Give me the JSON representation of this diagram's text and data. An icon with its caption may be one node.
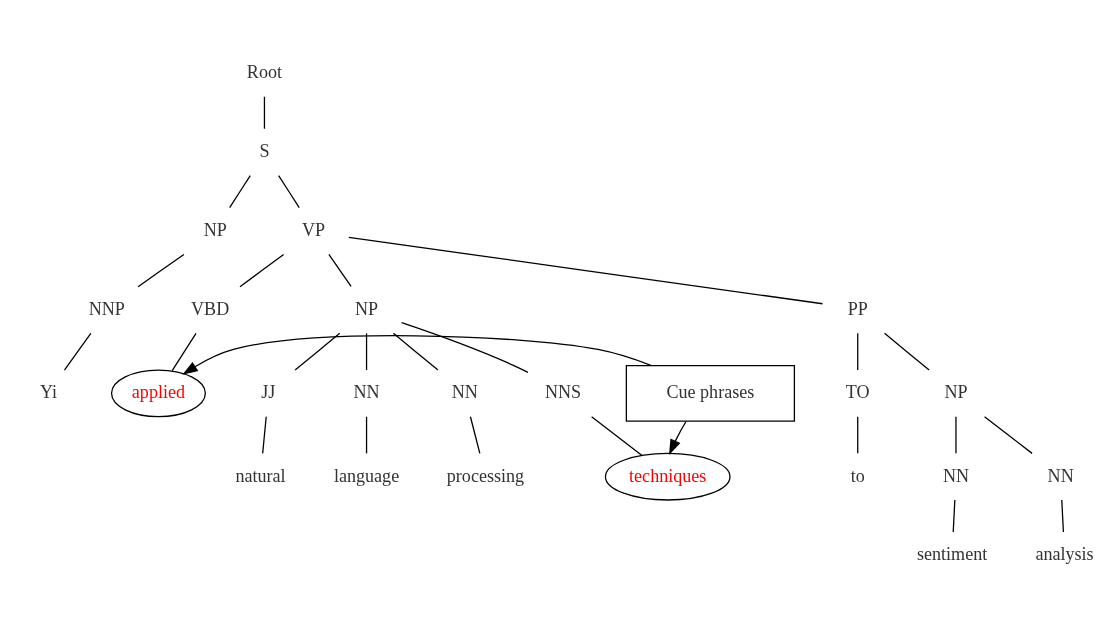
{
  "diagram": {
    "nodes": [
      {
        "text": [
          "Root"
        ]
      },
      {
        "text": [
          "S"
        ]
      },
      {
        "text": [
          "NP"
        ]
      },
      {
        "text": [
          "VP"
        ]
      },
      {
        "text": [
          "NNP"
        ]
      },
      {
        "text": [
          "VBD"
        ]
      },
      {
        "text": [
          "NP"
        ]
      },
      {
        "text": [
          "PP"
        ]
      },
      {
        "text": [
          "Yi"
        ]
      },
      {
        "text": [
          "applied"
        ]
      },
      {
        "text": [
          "JJ"
        ]
      },
      {
        "text": [
          "NN"
        ]
      },
      {
        "text": [
          "NN"
        ]
      },
      {
        "text": [
          "NNS"
        ]
      },
      {
        "text": [
          "TO"
        ]
      },
      {
        "text": [
          "NP"
        ]
      },
      {
        "text": [
          "natural"
        ]
      },
      {
        "text": [
          "language"
        ]
      },
      {
        "text": [
          "processing"
        ]
      },
      {
        "text": [
          "techniques"
        ]
      },
      {
        "text": [
          "to"
        ]
      },
      {
        "text": [
          "NN"
        ]
      },
      {
        "text": [
          "NN"
        ]
      },
      {
        "text": [
          "sentiment"
        ]
      },
      {
        "text": [
          "analysis"
        ]
      },
      {
        "text": [
          "Cue phrases"
        ]
      }
    ],
    "edges": [
      {
        "from": 0,
        "to": 1,
        "arrow": "none"
      },
      {
        "from": 1,
        "to": 2,
        "arrow": "none"
      },
      {
        "from": 1,
        "to": 3,
        "arrow": "none"
      },
      {
        "from": 2,
        "to": 4,
        "arrow": "none"
      },
      {
        "from": 4,
        "to": 8,
        "arrow": "none"
      },
      {
        "from": 3,
        "to": 5,
        "arrow": "none"
      },
      {
        "from": 3,
        "to": 6,
        "arrow": "none"
      },
      {
        "from": 3,
        "to": 7,
        "arrow": "none"
      },
      {
        "from": 5,
        "to": 9,
        "arrow": "none"
      },
      {
        "from": 6,
        "to": 10,
        "arrow": "none"
      },
      {
        "from": 6,
        "to": 11,
        "arrow": "none"
      },
      {
        "from": 6,
        "to": 12,
        "arrow": "none"
      },
      {
        "from": 6,
        "to": 13,
        "arrow": "none"
      },
      {
        "from": 10,
        "to": 16,
        "arrow": "none"
      },
      {
        "from": 11,
        "to": 17,
        "arrow": "none"
      },
      {
        "from": 12,
        "to": 18,
        "arrow": "none"
      },
      {
        "from": 13,
        "to": 19,
        "arrow": "none"
      },
      {
        "from": 7,
        "to": 14,
        "arrow": "none"
      },
      {
        "from": 7,
        "to": 15,
        "arrow": "none"
      },
      {
        "from": 14,
        "to": 20,
        "arrow": "none"
      },
      {
        "from": 15,
        "to": 21,
        "arrow": "none"
      },
      {
        "from": 15,
        "to": 22,
        "arrow": "none"
      },
      {
        "from": 21,
        "to": 23,
        "arrow": "none"
      },
      {
        "from": 22,
        "to": 24,
        "arrow": "none"
      },
      {
        "from": 25,
        "to": 9,
        "arrow": "to"
      },
      {
        "from": 25,
        "to": 19,
        "arrow": "to"
      }
    ]
  }
}
